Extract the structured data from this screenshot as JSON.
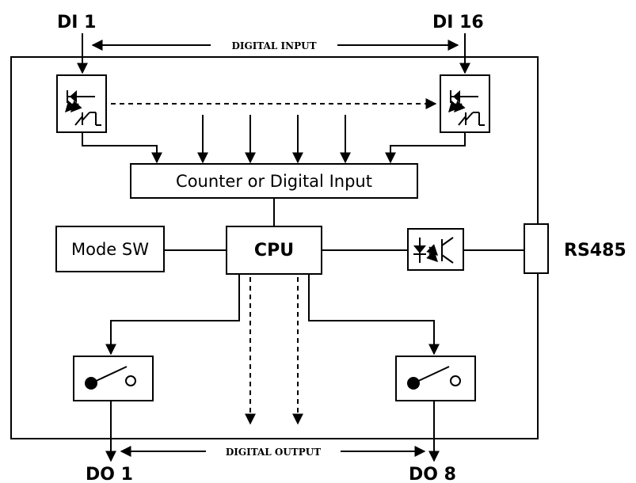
{
  "labels": {
    "di_first": "DI 1",
    "di_last": "DI 16",
    "digital_input": "DIGITAL INPUT",
    "counter_box": "Counter or Digital Input",
    "mode_sw": "Mode SW",
    "cpu": "CPU",
    "rs485": "RS485",
    "digital_output": "DIGITAL OUTPUT",
    "do_first": "DO 1",
    "do_last": "DO 8"
  },
  "icons": {
    "optocoupler": "optocoupler-icon",
    "relay": "relay-switch-icon"
  },
  "colors": {
    "line": "#000000",
    "background": "#ffffff"
  }
}
